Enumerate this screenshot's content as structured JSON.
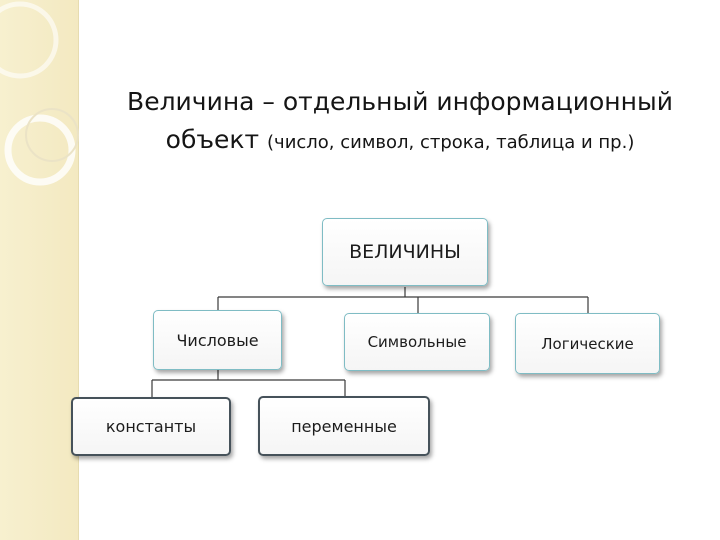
{
  "title": {
    "line1": "Величина – отдельный информационный",
    "line2_main": "объект",
    "line2_detail": "(число, символ, строка, таблица и пр.)"
  },
  "diagram": {
    "root": "ВЕЛИЧИНЫ",
    "level2": [
      "Числовые",
      "Символьные",
      "Логические"
    ],
    "level3": [
      "константы",
      "переменные"
    ]
  },
  "colors": {
    "accent_border": "#7fbcc4",
    "dark_border": "#46525a",
    "side_strip": "#f3e9c1"
  }
}
